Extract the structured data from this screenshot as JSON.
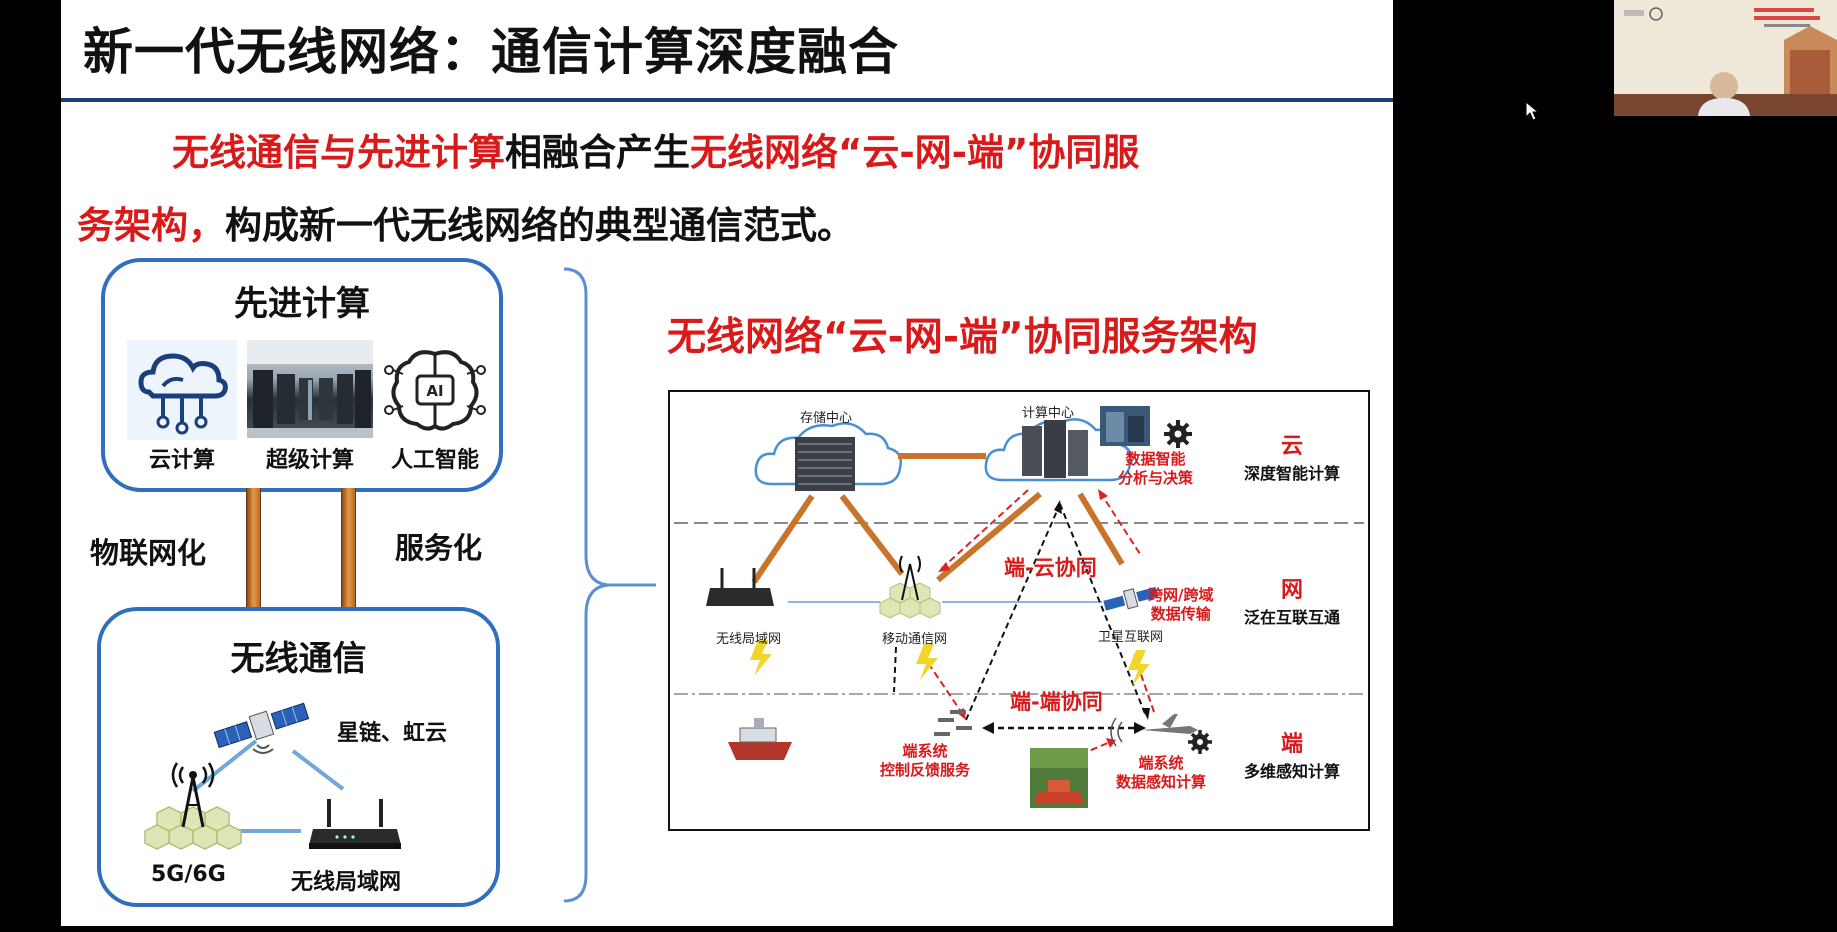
{
  "slide": {
    "title": "新一代无线网络：通信计算深度融合",
    "intro": {
      "part1": "无线通信与先进计算",
      "part2": "相融合产生",
      "part3": "无线网络“云-网-端”协同服",
      "part4": "务架构，",
      "part5": "构成新一代无线网络的典型通信范式。"
    },
    "computing_box": {
      "title": "先进计算",
      "items": [
        "云计算",
        "超级计算",
        "人工智能"
      ],
      "ai_badge": "AI"
    },
    "middle_labels": {
      "left": "物联网化",
      "right": "服务化"
    },
    "wireless_box": {
      "title": "无线通信",
      "satellite_label": "星链、虹云",
      "base_station_label": "5G/6G",
      "router_label": "无线局域网"
    },
    "architecture_title": "无线网络“云-网-端”协同服务架构",
    "diagram": {
      "storage_center": "存储中心",
      "compute_center": "计算中心",
      "data_intel_1": "数据智能",
      "data_intel_2": "分析与决策",
      "wlan": "无线局域网",
      "mobile_net": "移动通信网",
      "satellite_net": "卫星互联网",
      "cross_net_1": "跨网/跨域",
      "cross_net_2": "数据传输",
      "end_cloud": "端-云协同",
      "end_end": "端-端协同",
      "end_control_1": "端系统",
      "end_control_2": "控制反馈服务",
      "end_sense_1": "端系统",
      "end_sense_2": "数据感知计算",
      "layers": [
        {
          "name": "云",
          "desc": "深度智能计算"
        },
        {
          "name": "网",
          "desc": "泛在互联互通"
        },
        {
          "name": "端",
          "desc": "多维感知计算"
        }
      ]
    }
  },
  "colors": {
    "accent_red": "#d91a1a",
    "box_blue": "#2f6fbd",
    "title_rule": "#1f3c78",
    "link_orange": "#c8742a"
  }
}
